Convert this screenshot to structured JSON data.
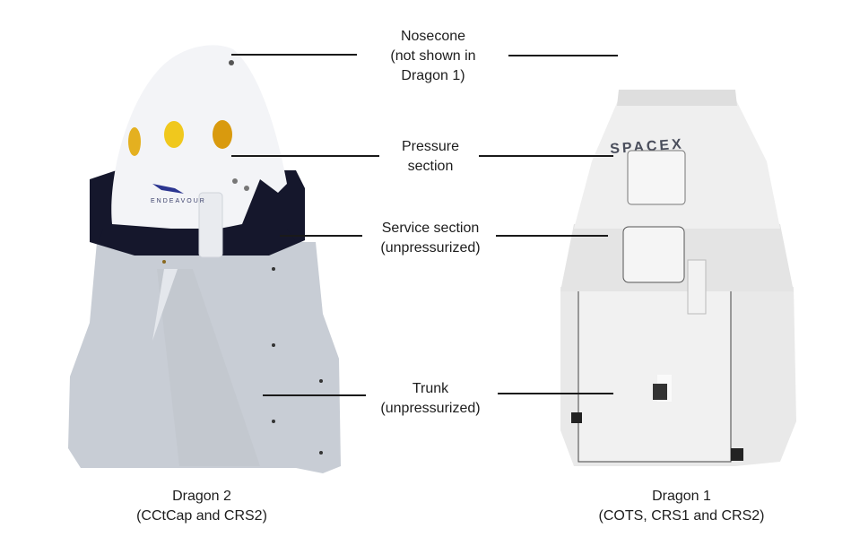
{
  "labels": {
    "nosecone": {
      "line1": "Nosecone",
      "line2": "(not shown in",
      "line3": "Dragon 1)"
    },
    "pressure": {
      "line1": "Pressure",
      "line2": "section"
    },
    "service": {
      "line1": "Service section",
      "line2": "(unpressurized)"
    },
    "trunk": {
      "line1": "Trunk",
      "line2": "(unpressurized)"
    }
  },
  "captions": {
    "dragon2": {
      "line1": "Dragon 2",
      "line2": "(CCtCap and CRS2)"
    },
    "dragon1": {
      "line1": "Dragon 1",
      "line2": "(COTS, CRS1 and CRS2)"
    }
  },
  "markings": {
    "dragon1_logo": "SPACEX",
    "dragon2_logo": "ENDEAVOUR"
  },
  "colors": {
    "line": "#1a1a1a",
    "dragon2_body": "#f2f3f5",
    "dragon2_trunk": "#c9ced6",
    "dragon2_band": "#14162b",
    "window": "#e8b31a",
    "dragon1_body": "#ececec"
  }
}
